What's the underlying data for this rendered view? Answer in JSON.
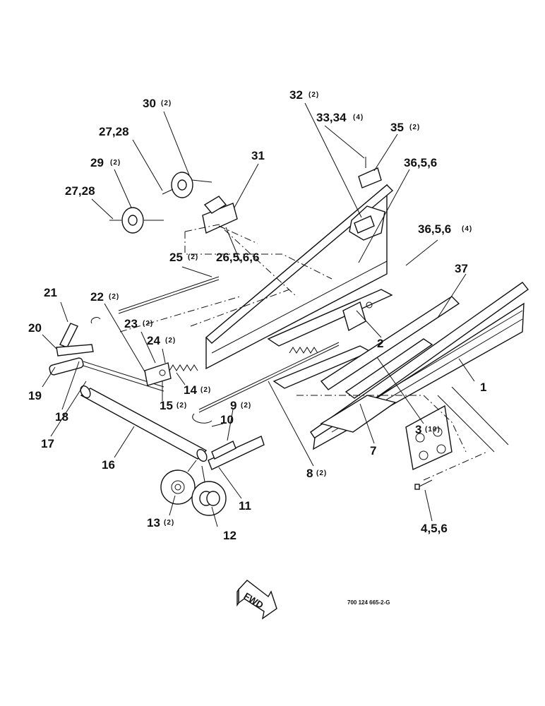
{
  "drawing_number": "700 124 665-2-G",
  "fwd_label": "FWD",
  "callouts": [
    {
      "id": "c30",
      "label": "30",
      "qty": "(2)"
    },
    {
      "id": "c27_28a",
      "label": "27,28",
      "qty": ""
    },
    {
      "id": "c29",
      "label": "29",
      "qty": "(2)"
    },
    {
      "id": "c27_28b",
      "label": "27,28",
      "qty": ""
    },
    {
      "id": "c31",
      "label": "31",
      "qty": ""
    },
    {
      "id": "c32",
      "label": "32",
      "qty": "(2)"
    },
    {
      "id": "c33_34",
      "label": "33,34",
      "qty": "(4)"
    },
    {
      "id": "c35",
      "label": "35",
      "qty": "(2)"
    },
    {
      "id": "c36_5_6a",
      "label": "36,5,6",
      "qty": ""
    },
    {
      "id": "c36_5_6b",
      "label": "36,5,6",
      "qty": "(4)"
    },
    {
      "id": "c26",
      "label": "26,5,6,6",
      "qty": ""
    },
    {
      "id": "c25",
      "label": "25",
      "qty": "(2)"
    },
    {
      "id": "c37",
      "label": "37",
      "qty": ""
    },
    {
      "id": "c21",
      "label": "21",
      "qty": ""
    },
    {
      "id": "c22",
      "label": "22",
      "qty": "(2)"
    },
    {
      "id": "c23",
      "label": "23",
      "qty": "(2)"
    },
    {
      "id": "c20",
      "label": "20",
      "qty": ""
    },
    {
      "id": "c24",
      "label": "24",
      "qty": "(2)"
    },
    {
      "id": "c2",
      "label": "2",
      "qty": ""
    },
    {
      "id": "c19",
      "label": "19",
      "qty": ""
    },
    {
      "id": "c14",
      "label": "14",
      "qty": "(2)"
    },
    {
      "id": "c1",
      "label": "1",
      "qty": ""
    },
    {
      "id": "c18",
      "label": "18",
      "qty": ""
    },
    {
      "id": "c15",
      "label": "15",
      "qty": "(2)"
    },
    {
      "id": "c9",
      "label": "9",
      "qty": "(2)"
    },
    {
      "id": "c10",
      "label": "10",
      "qty": ""
    },
    {
      "id": "c3",
      "label": "3",
      "qty": "(10)"
    },
    {
      "id": "c17",
      "label": "17",
      "qty": ""
    },
    {
      "id": "c7",
      "label": "7",
      "qty": ""
    },
    {
      "id": "c16",
      "label": "16",
      "qty": ""
    },
    {
      "id": "c8",
      "label": "8",
      "qty": "(2)"
    },
    {
      "id": "c11",
      "label": "11",
      "qty": ""
    },
    {
      "id": "c13",
      "label": "13",
      "qty": "(2)"
    },
    {
      "id": "c4_5_6",
      "label": "4,5,6",
      "qty": ""
    },
    {
      "id": "c12",
      "label": "12",
      "qty": ""
    }
  ]
}
